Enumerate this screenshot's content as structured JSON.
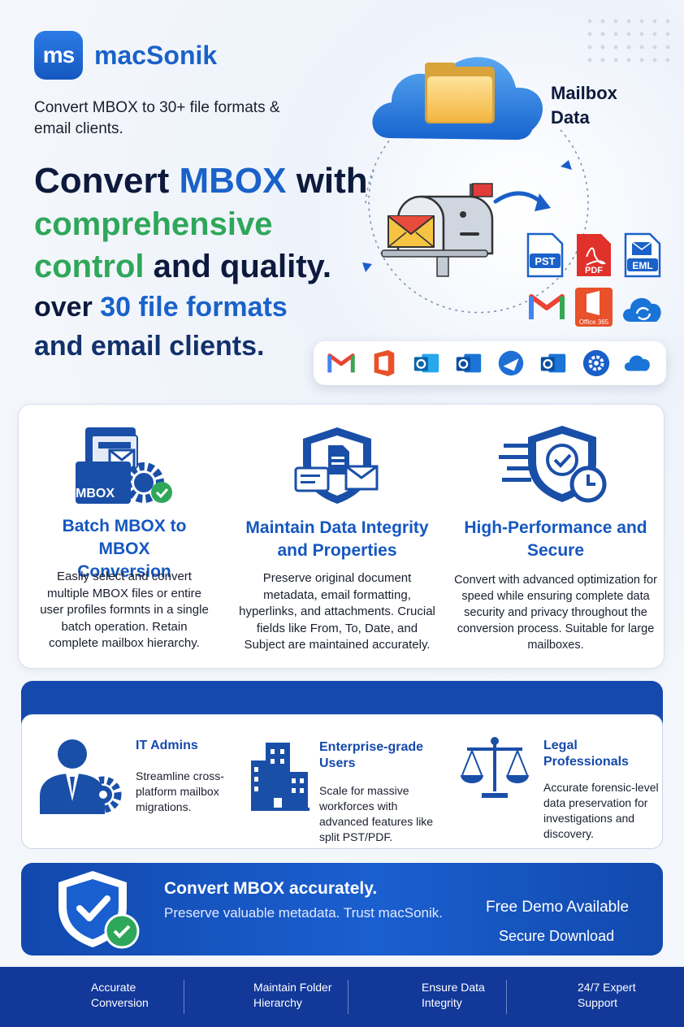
{
  "brand": {
    "badge": "ms",
    "name": "macSonik"
  },
  "tagline": "Convert MBOX to 30+ file formats & email clients.",
  "headline": {
    "line1_a": "Convert ",
    "line1_b": "MBOX",
    "line1_c": " with",
    "line2": "comprehensive",
    "line3_a": "control",
    "line3_b": " and quality.",
    "line4_a": "over ",
    "line4_b": "30 file formats",
    "line5": "and email clients."
  },
  "hero": {
    "cloud_label": "Mailbox Data",
    "formats": [
      "PST",
      "PDF",
      "EML",
      "Office 365"
    ]
  },
  "features": [
    {
      "badge": "MBOX",
      "title": "Batch MBOX to MBOX Conversion",
      "text": "Easily select and convert multiple MBOX files or entire user profiles formnts in a single batch operation. Retain complete mailbox hierarchy."
    },
    {
      "title": "Maintain Data Integrity and Properties",
      "text": "Preserve original document metadata, email formatting, hyperlinks, and attachments. Crucial fields like From, To, Date, and Subject are maintained accurately."
    },
    {
      "title": "High-Performance and Secure",
      "text": "Convert with advanced optimization for speed while ensuring complete data security and privacy throughout the conversion process. Suitable for large mailboxes."
    }
  ],
  "audience": [
    {
      "title": "IT Admins",
      "text": "Streamline cross-platform mailbox migrations."
    },
    {
      "title": "Enterprise-grade Users",
      "text": "Scale for massive workforces with advanced features like split PST/PDF."
    },
    {
      "title": "Legal Professionals",
      "text": "Accurate forensic-level data preservation for investigations and discovery."
    }
  ],
  "cta": {
    "title": "Convert MBOX accurately.",
    "subtitle": "Preserve valuable metadata. Trust macSonik.",
    "demo": "Free Demo Available",
    "download": "Secure Download"
  },
  "footer": [
    "Accurate Conversion",
    "Maintain Folder Hierarchy",
    "Ensure Data Integrity",
    "24/7 Expert Support"
  ],
  "colors": {
    "brand_blue": "#1a62c9",
    "navy": "#0d1a3d",
    "green": "#2fa75a",
    "band": "#1549ad",
    "footer": "#12389a"
  },
  "icons": [
    "cloud-folder-icon",
    "mailbox-icon",
    "pst-file-icon",
    "pdf-file-icon",
    "eml-file-icon",
    "gmail-icon",
    "office365-icon",
    "cloud-sync-icon",
    "outlook-icon",
    "thunderbird-icon",
    "settings-icon",
    "onedrive-icon",
    "mbox-gear-icon",
    "shield-document-icon",
    "shield-clock-icon",
    "admin-user-icon",
    "building-icon",
    "scales-icon",
    "shield-check-icon"
  ]
}
